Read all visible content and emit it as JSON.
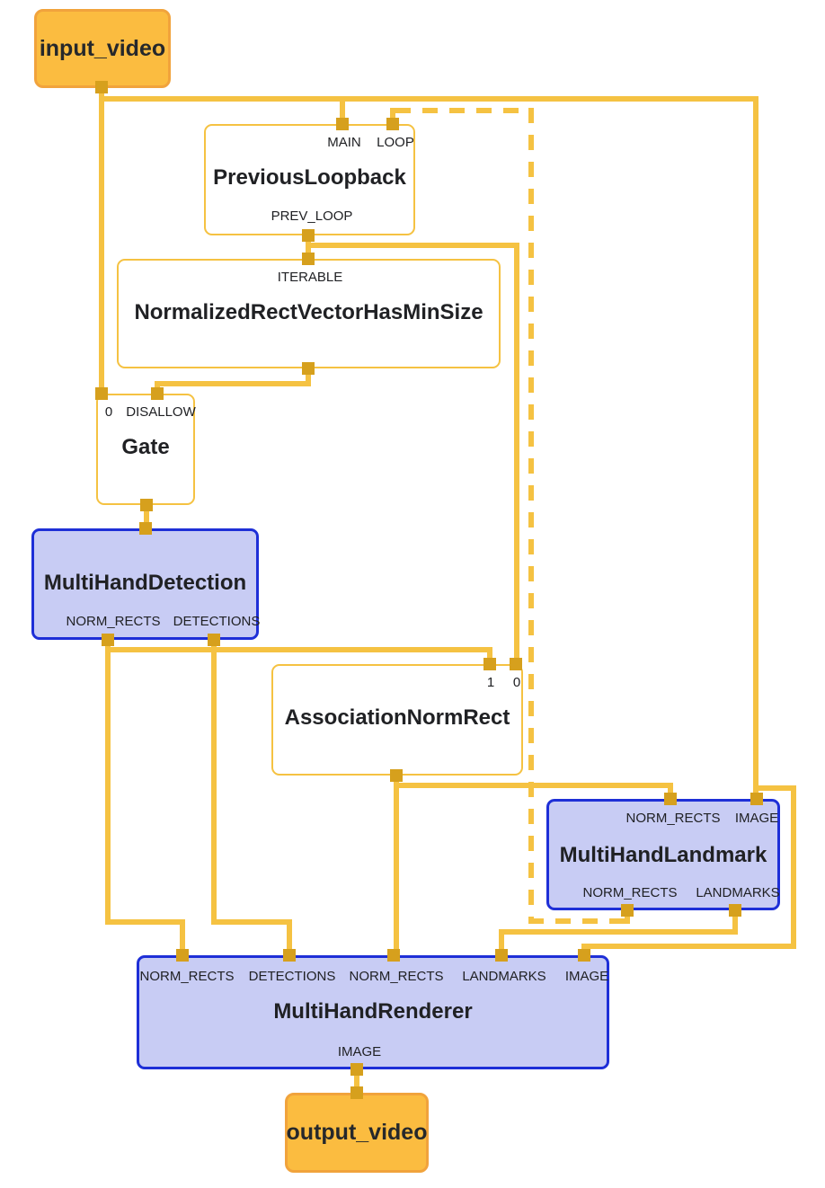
{
  "diagram": {
    "kind": "mediapipe-calculator-graph",
    "colors": {
      "edge": "#F5C242",
      "port": "#D6A01D",
      "stream_fill": "#FBBC40",
      "stream_border": "#F1A33C",
      "subgraph_fill": "#C8CCF4",
      "subgraph_border": "#1E2FD7",
      "node_border": "#F5C242",
      "text": "#202124"
    },
    "nodes": {
      "input_video": {
        "label": "input_video",
        "type": "input-stream"
      },
      "previous_loopback": {
        "title": "PreviousLoopback",
        "inputs": [
          "MAIN",
          "LOOP"
        ],
        "outputs": [
          "PREV_LOOP"
        ]
      },
      "normalized_rect_vector_has_min_size": {
        "title": "NormalizedRectVectorHasMinSize",
        "inputs": [
          "ITERABLE"
        ],
        "outputs": []
      },
      "gate": {
        "title": "Gate",
        "inputs": [
          "0",
          "DISALLOW"
        ],
        "outputs": []
      },
      "multi_hand_detection": {
        "title": "MultiHandDetection",
        "inputs": [],
        "outputs": [
          "NORM_RECTS",
          "DETECTIONS"
        ]
      },
      "association_norm_rect": {
        "title": "AssociationNormRect",
        "inputs": [
          "1",
          "0"
        ],
        "outputs": []
      },
      "multi_hand_landmark": {
        "title": "MultiHandLandmark",
        "inputs": [
          "NORM_RECTS",
          "IMAGE"
        ],
        "outputs": [
          "NORM_RECTS",
          "LANDMARKS"
        ]
      },
      "multi_hand_renderer": {
        "title": "MultiHandRenderer",
        "inputs": [
          "NORM_RECTS",
          "DETECTIONS",
          "NORM_RECTS",
          "LANDMARKS",
          "IMAGE"
        ],
        "outputs": [
          "IMAGE"
        ]
      },
      "output_video": {
        "label": "output_video",
        "type": "output-stream"
      }
    },
    "edges": [
      {
        "from": "input_video",
        "to": "gate.0",
        "style": "solid"
      },
      {
        "from": "input_video",
        "to": "previous_loopback.MAIN",
        "style": "solid"
      },
      {
        "from": "input_video",
        "to": "multi_hand_landmark.IMAGE",
        "style": "solid"
      },
      {
        "from": "input_video",
        "to": "multi_hand_renderer.IMAGE",
        "style": "solid"
      },
      {
        "from": "previous_loopback.PREV_LOOP",
        "to": "normalized_rect_vector_has_min_size.ITERABLE",
        "style": "solid"
      },
      {
        "from": "previous_loopback.PREV_LOOP",
        "to": "association_norm_rect.0",
        "style": "solid"
      },
      {
        "from": "normalized_rect_vector_has_min_size.out",
        "to": "gate.DISALLOW",
        "style": "solid"
      },
      {
        "from": "gate.out",
        "to": "multi_hand_detection.in",
        "style": "solid"
      },
      {
        "from": "multi_hand_detection.NORM_RECTS",
        "to": "association_norm_rect.1",
        "style": "solid"
      },
      {
        "from": "multi_hand_detection.NORM_RECTS",
        "to": "multi_hand_renderer.NORM_RECTS",
        "style": "solid"
      },
      {
        "from": "multi_hand_detection.DETECTIONS",
        "to": "multi_hand_renderer.DETECTIONS",
        "style": "solid"
      },
      {
        "from": "association_norm_rect.out",
        "to": "multi_hand_landmark.NORM_RECTS",
        "style": "solid"
      },
      {
        "from": "association_norm_rect.out",
        "to": "multi_hand_renderer.NORM_RECTS_2",
        "style": "solid"
      },
      {
        "from": "multi_hand_landmark.LANDMARKS",
        "to": "multi_hand_renderer.LANDMARKS",
        "style": "solid"
      },
      {
        "from": "multi_hand_landmark.NORM_RECTS_out",
        "to": "previous_loopback.LOOP",
        "style": "dashed"
      },
      {
        "from": "multi_hand_renderer.IMAGE_out",
        "to": "output_video",
        "style": "solid"
      }
    ]
  }
}
